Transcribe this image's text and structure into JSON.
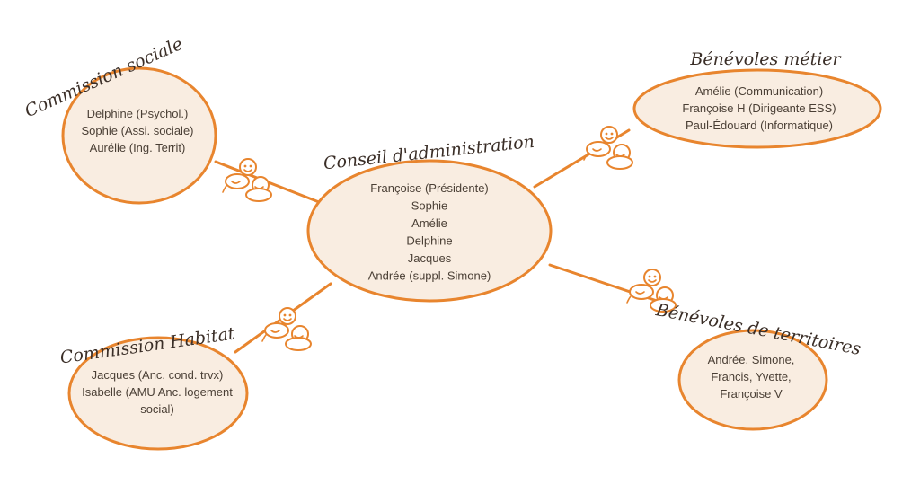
{
  "accent_color": "#e8852e",
  "fill_color": "#f9ede1",
  "text_color": "#4a3f35",
  "center": {
    "title": "Conseil d'administration",
    "members": [
      "Françoise (Présidente)",
      "Sophie",
      "Amélie",
      "Delphine",
      "Jacques",
      "Andrée (suppl. Simone)"
    ]
  },
  "commission_sociale": {
    "title": "Commission sociale",
    "members": [
      "Delphine (Psychol.)",
      "Sophie (Assi. sociale)",
      "Aurélie (Ing. Territ)"
    ]
  },
  "benevoles_metier": {
    "title": "Bénévoles métier",
    "members": [
      "Amélie (Communication)",
      "Françoise H (Dirigeante ESS)",
      "Paul-Édouard (Informatique)"
    ]
  },
  "commission_habitat": {
    "title": "Commission Habitat",
    "members": [
      "Jacques (Anc. cond. trvx)",
      "Isabelle (AMU Anc. logement",
      "social)"
    ]
  },
  "benevoles_territoires": {
    "title": "Bénévoles de territoires",
    "members": [
      "Andrée, Simone,",
      "Francis, Yvette,",
      "Françoise V"
    ]
  },
  "icons": [
    "people-icon",
    "people-icon",
    "people-icon",
    "people-icon"
  ]
}
